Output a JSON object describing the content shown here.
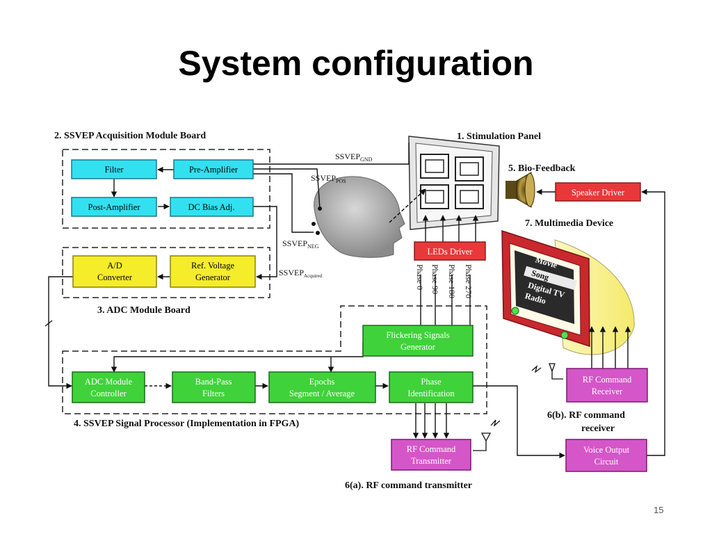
{
  "slide": {
    "title": "System configuration",
    "page_number": "15"
  },
  "sections": {
    "acquisition": "2. SSVEP Acquisition Module Board",
    "adc": "3. ADC Module Board",
    "processor": "4. SSVEP Signal Processor (Implementation in FPGA)",
    "stimulation": "1. Stimulation Panel",
    "biofeedback": "5. Bio-Feedback",
    "multimedia": "7. Multimedia Device",
    "rf_receiver_1": "6(b). RF command",
    "rf_receiver_2": "receiver",
    "rf_transmitter": "6(a). RF command transmitter"
  },
  "blocks": {
    "filter": [
      "Filter"
    ],
    "pre_amplifier": [
      "Pre-Amplifier"
    ],
    "post_amplifier": [
      "Post-Amplifier"
    ],
    "dc_bias": [
      "DC Bias Adj."
    ],
    "ad_converter": [
      "A/D",
      "Converter"
    ],
    "ref_voltage": [
      "Ref. Voltage",
      "Generator"
    ],
    "leds_driver": [
      "LEDs Driver"
    ],
    "flickering": [
      "Flickering Signals",
      "Generator"
    ],
    "adc_controller": [
      "ADC Module",
      "Controller"
    ],
    "bandpass": [
      "Band-Pass",
      "Filters"
    ],
    "epochs": [
      "Epochs",
      "Segment / Average"
    ],
    "phase_id": [
      "Phase",
      "Identification"
    ],
    "rf_transmitter": [
      "RF Command",
      "Transmitter"
    ],
    "rf_receiver": [
      "RF Command",
      "Receiver"
    ],
    "voice_output": [
      "Voice Output",
      "Circuit"
    ],
    "speaker_driver": [
      "Speaker Driver"
    ]
  },
  "signals": {
    "gnd_base": "SSVEP",
    "gnd_sub": "GND",
    "pos_base": "SSVEP",
    "pos_sub": "POS",
    "neg_base": "SSVEP",
    "neg_sub": "NEG",
    "acq_base": "SSVEP",
    "acq_sub": "Acquired"
  },
  "phases": [
    "Phase  0",
    "Phase  90",
    "Phase 180",
    "Phase 270"
  ],
  "tv_menu": [
    "Movie",
    "Song",
    "Digital TV",
    "Radio"
  ],
  "colors": {
    "cyan": "#33e0f0",
    "yellow": "#f5ec2a",
    "green": "#3fd23a",
    "red": "#e8383a",
    "magenta": "#d556c8",
    "tv_red": "#c8282e"
  }
}
